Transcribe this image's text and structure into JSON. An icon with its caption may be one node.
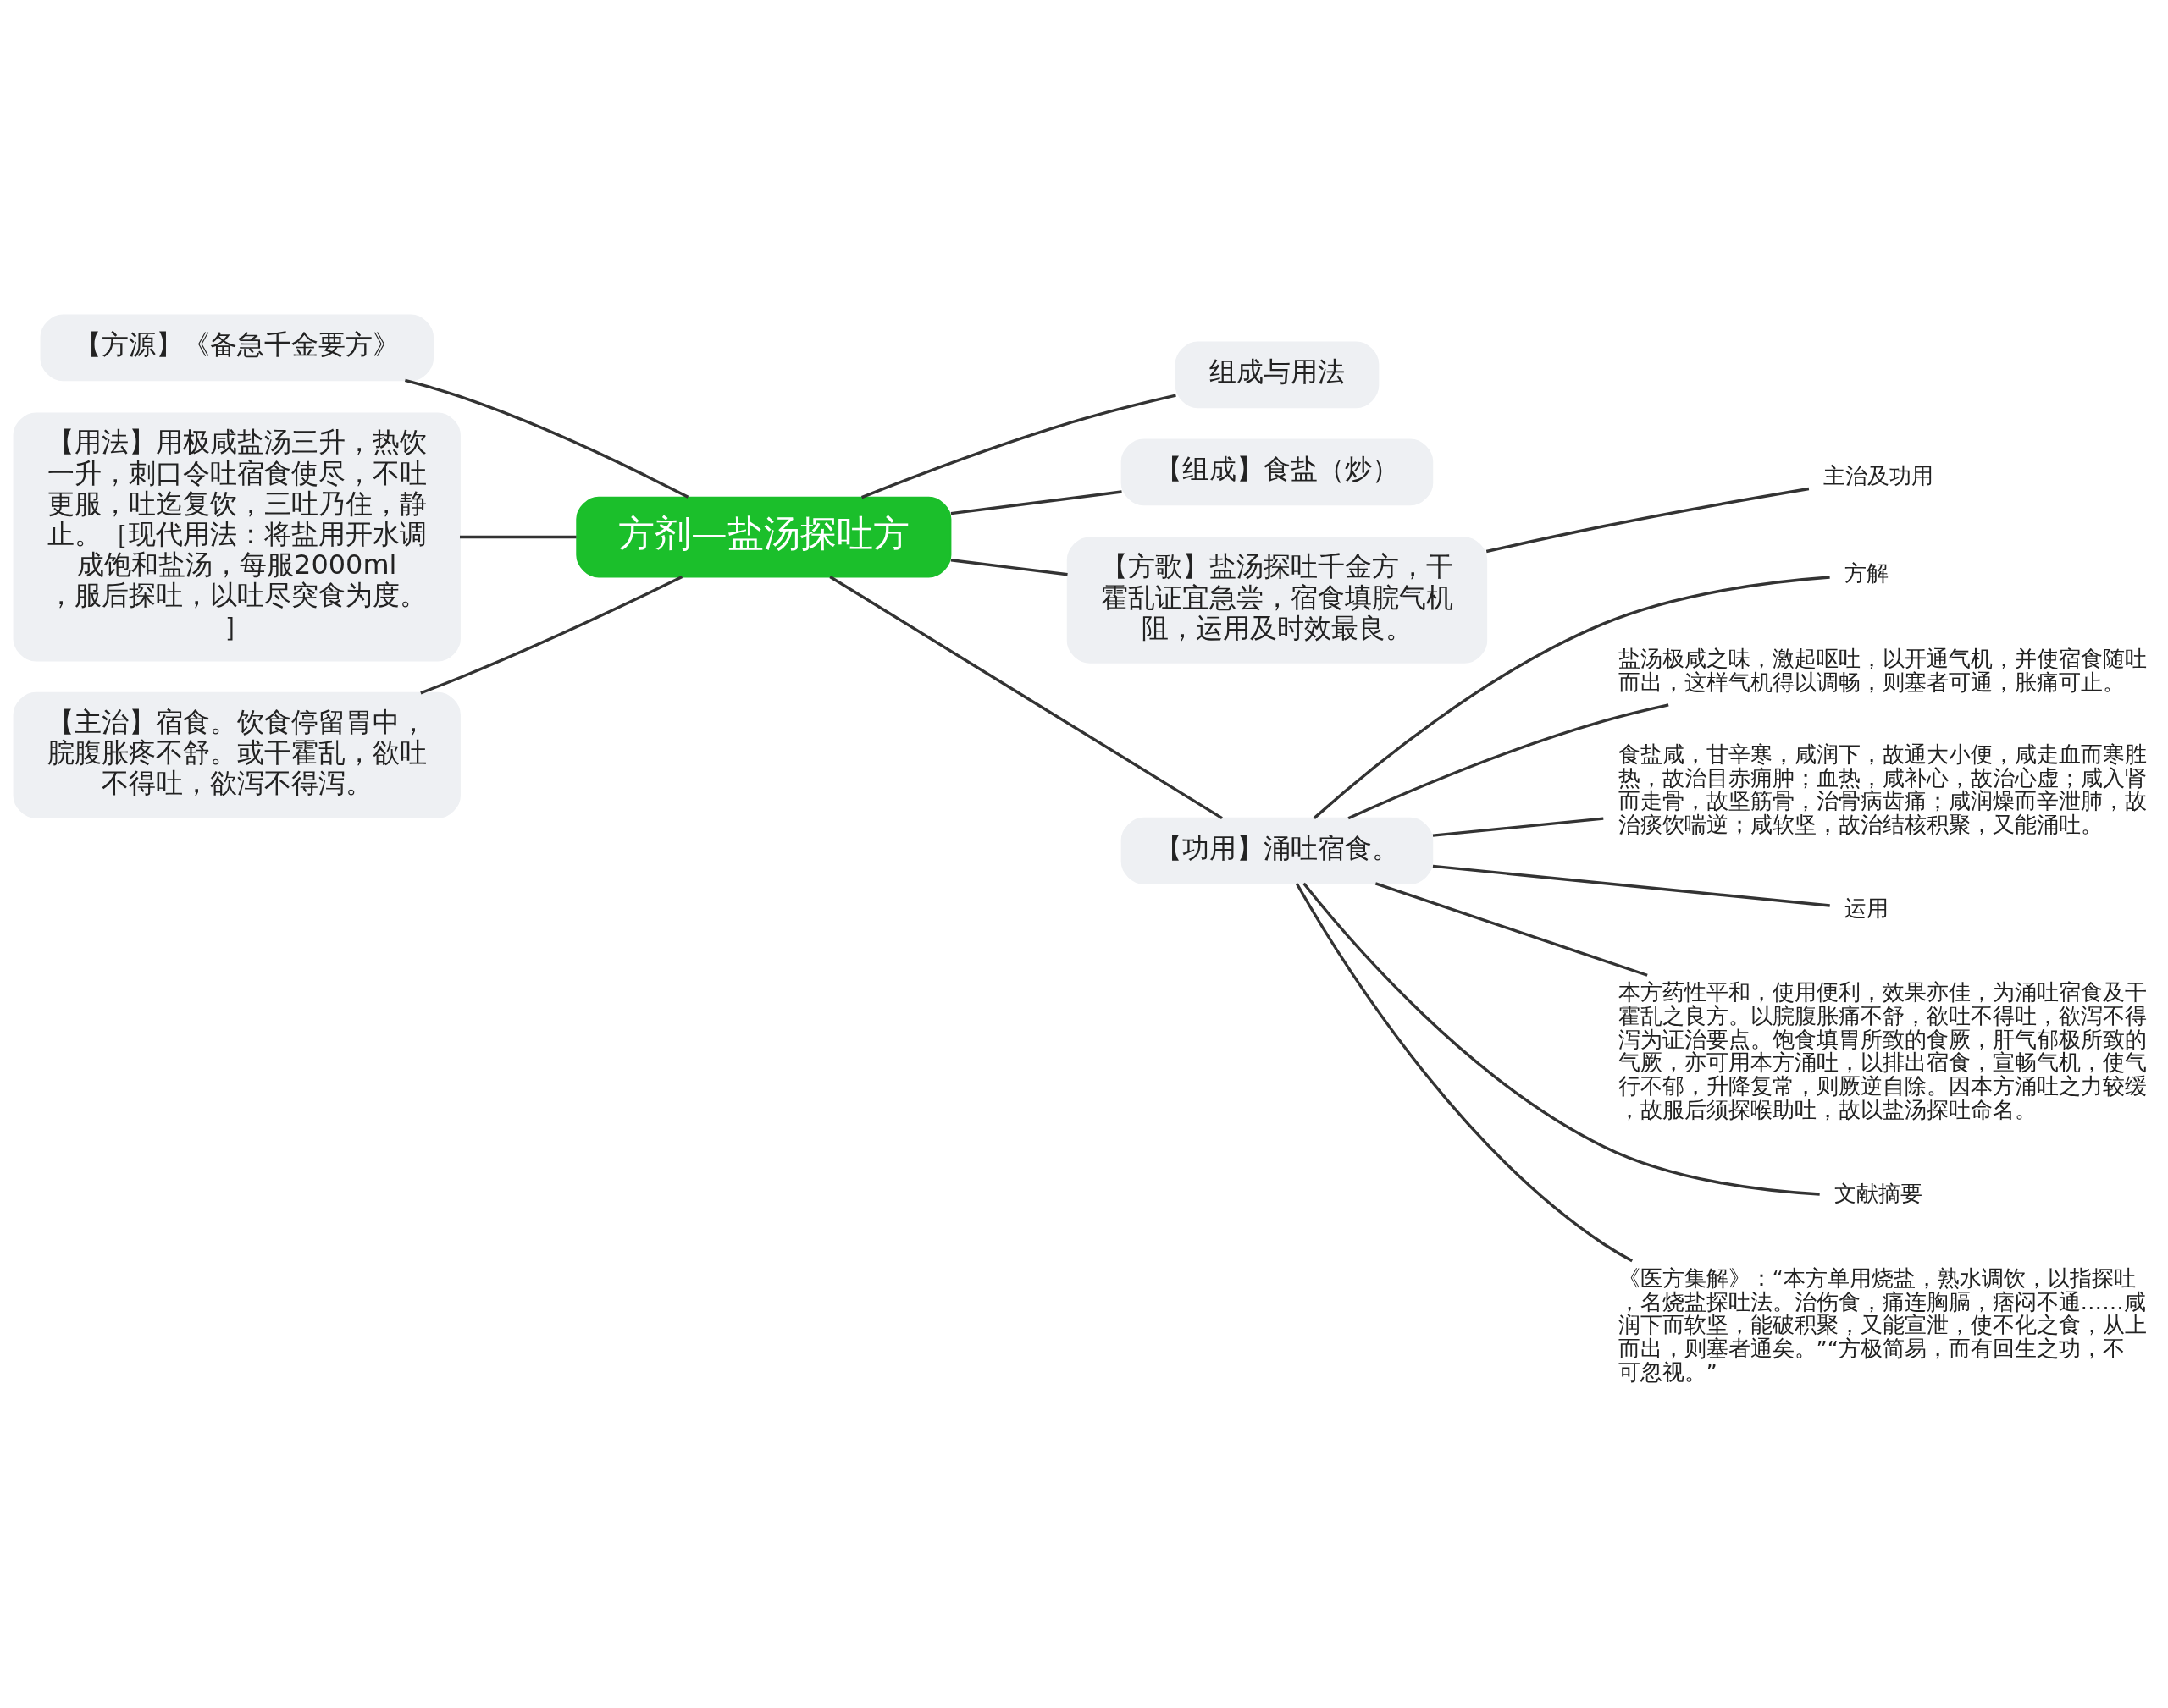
{
  "diagram": {
    "nodes": [
      {
        "text": [
          "方剂—盐汤探吐方"
        ]
      },
      {
        "text": [
          "组成与用法"
        ]
      },
      {
        "text": [
          "【组成】食盐（炒）"
        ]
      },
      {
        "text": [
          "【方源】《备急千金要方》"
        ]
      },
      {
        "text": [
          "【方歌】盐汤探吐千金方，干霍乱证宜急尝，宿食填脘气机阻，运用及时效最良。"
        ]
      },
      {
        "text": [
          "主治及功用"
        ]
      },
      {
        "text": [
          "【用法】用极咸盐汤三升，热饮一升，刺口令吐宿食使尽，不吐更服，吐迄复饮，三吐乃住，静止。［现代用法：将盐用开水调成饱和盐汤，每服2000ml，服后探吐，以吐尽突食为度。］"
        ]
      },
      {
        "text": [
          "【主治】宿食。饮食停留胃中，脘腹胀疼不舒。或干霍乱，欲吐不得吐，欲泻不得泻。"
        ]
      },
      {
        "text": [
          "【功用】涌吐宿食。"
        ]
      },
      {
        "text": [
          "方解"
        ]
      },
      {
        "text": [
          "盐汤极咸之味，激起呕吐，以开通气机，并使宿食随吐而出，这样气机得以调畅，则塞者可通，胀痛可止。"
        ]
      },
      {
        "text": [
          "食盐咸，甘辛寒，咸润下，故通大小便，咸走血而寒胜热，故治目赤痈肿；血热，咸补心，故治心虚；咸入肾而走骨，故坚筋骨，治骨病齿痛；咸润燥而辛泄肺，故治痰饮喘逆；咸软坚，故治结核积聚，又能涌吐。"
        ]
      },
      {
        "text": [
          "运用"
        ]
      },
      {
        "text": [
          "本方药性平和，使用便利，效果亦佳，为涌吐宿食及干霍乱之良方。以脘腹胀痛不舒，欲吐不得吐，欲泻不得泻为证治要点。饱食填胃所致的食厥，肝气郁极所致的气厥，亦可用本方涌吐，以排出宿食，宣畅气机，使气行不郁，升降复常，则厥逆自除。因本方涌吐之力较缓，故服后须探喉助吐，故以盐汤探吐命名。"
        ]
      },
      {
        "text": [
          "文献摘要"
        ]
      },
      {
        "text": [
          "《医方集解》：“本方单用烧盐，熟水调饮，以指探吐，名烧盐探吐法。治伤食，痛连胸膈，痞闷不通……咸润下而软坚，能破积聚，又能宣泄，使不化之食，从上而出，则塞者通矣。”“方极简易，而有回生之功，不可忽视。”"
        ]
      }
    ],
    "edges": [
      {
        "from": 0,
        "to": 1,
        "arrow": "none"
      },
      {
        "from": 0,
        "to": 2,
        "arrow": "none"
      },
      {
        "from": 0,
        "to": 3,
        "arrow": "none"
      },
      {
        "from": 0,
        "to": 4,
        "arrow": "none"
      },
      {
        "from": 4,
        "to": 5,
        "arrow": "none"
      },
      {
        "from": 0,
        "to": 6,
        "arrow": "none"
      },
      {
        "from": 0,
        "to": 7,
        "arrow": "none"
      },
      {
        "from": 0,
        "to": 8,
        "arrow": "none"
      },
      {
        "from": 8,
        "to": 9,
        "arrow": "none"
      },
      {
        "from": 8,
        "to": 10,
        "arrow": "none"
      },
      {
        "from": 8,
        "to": 11,
        "arrow": "none"
      },
      {
        "from": 8,
        "to": 12,
        "arrow": "none"
      },
      {
        "from": 8,
        "to": 13,
        "arrow": "none"
      },
      {
        "from": 8,
        "to": 14,
        "arrow": "none"
      },
      {
        "from": 8,
        "to": 15,
        "arrow": "none"
      }
    ]
  }
}
